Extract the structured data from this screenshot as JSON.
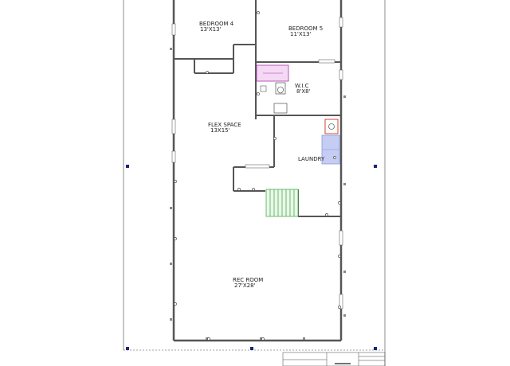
{
  "rooms": {
    "bedroom4": {
      "name": "BEDROOM 4",
      "dims": "13'X13'"
    },
    "bedroom5": {
      "name": "BEDROOM 5",
      "dims": "11'X13'"
    },
    "wic": {
      "name": "W.I.C",
      "dims": "8'X8'"
    },
    "flex": {
      "name": "FLEX SPACE",
      "dims": "13X15'"
    },
    "laundry": {
      "name": "LAUNDRY"
    },
    "rec": {
      "name": "REC ROOM",
      "dims": "27'X28'"
    }
  },
  "colors": {
    "wall": "#555555",
    "stairs": "#4caf50",
    "bath": "#aa33aa",
    "appliance": "#8899dd",
    "marker": "#1a237e",
    "sink": "#cc3322"
  }
}
